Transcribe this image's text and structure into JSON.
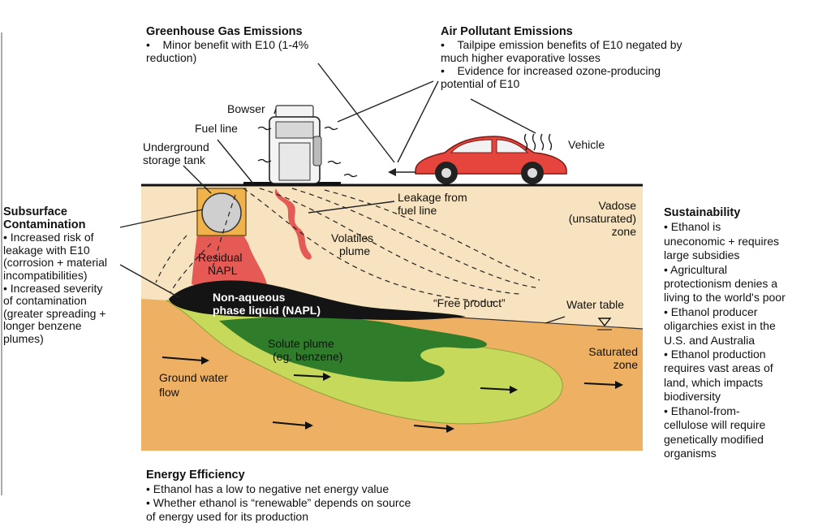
{
  "greenhouse": {
    "heading": "Greenhouse Gas Emissions",
    "bullets": [
      "Minor benefit with E10 (1-4%",
      "reduction)"
    ]
  },
  "air": {
    "heading": "Air Pollutant Emissions",
    "bullets": [
      "Tailpipe emission benefits of E10 negated by",
      "much higher evaporative losses",
      "Evidence for increased ozone-producing",
      "potential of E10"
    ]
  },
  "subsurface": {
    "heading_1": "Subsurface",
    "heading_2": "Contamination",
    "lines": [
      "• Increased risk of",
      "leakage with E10",
      "(corrosion + material",
      "incompatibilities)",
      "• Increased severity",
      "of contamination",
      "(greater spreading +",
      "longer benzene",
      "plumes)"
    ]
  },
  "sustainability": {
    "heading": "Sustainability",
    "lines": [
      "•   Ethanol is",
      "uneconomic + requires",
      "large subsidies",
      "•   Agricultural",
      "protectionism denies a",
      "living to the world's poor",
      "•   Ethanol producer",
      "oligarchies exist in the",
      "U.S. and Australia",
      "•   Ethanol production",
      "requires vast areas of",
      "land, which impacts",
      "biodiversity",
      "•   Ethanol-from-",
      "cellulose will require",
      "genetically modified",
      "organisms"
    ]
  },
  "energy": {
    "heading": "Energy Efficiency",
    "lines": [
      "•    Ethanol has a low to negative net energy value",
      "•    Whether ethanol is “renewable” depends on source",
      "of energy used for its production"
    ]
  },
  "labels": {
    "bowser": "Bowser",
    "fuel_line": "Fuel line",
    "ust_1": "Underground",
    "ust_2": "storage tank",
    "vehicle": "Vehicle",
    "leakage_1": "Leakage from",
    "leakage_2": "fuel line",
    "vadose_1": "Vadose",
    "vadose_2": "(unsaturated)",
    "vadose_3": "zone",
    "volatiles_1": "Volatiles",
    "volatiles_2": "plume",
    "residual_1": "Residual",
    "residual_2": "NAPL",
    "napl_1": "Non-aqueous",
    "napl_2": "phase liquid (NAPL)",
    "free_product": "“Free product”",
    "water_table": "Water table",
    "solute_1": "Solute plume",
    "solute_2": "(eg. benzene)",
    "saturated_1": "Saturated",
    "saturated_2": "zone",
    "gw_1": "Ground water",
    "gw_2": "flow"
  },
  "colors": {
    "vadose": "#f7e3bf",
    "saturated": "#eeb062",
    "plume_light": "#c6d95a",
    "plume_dark": "#2f7d2a",
    "napl": "#141414",
    "residual": "#e55a55",
    "car": "#e5453d"
  }
}
